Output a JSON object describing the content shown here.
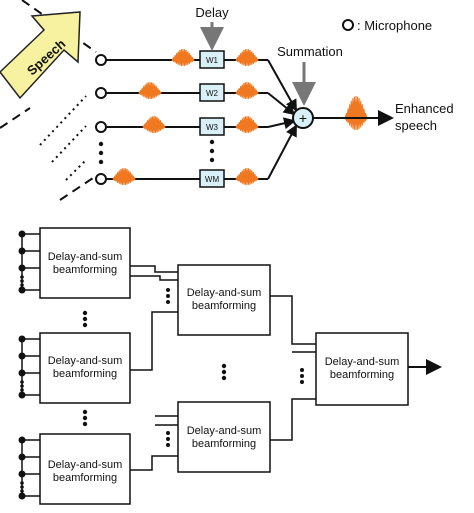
{
  "top": {
    "delay_label": "Delay",
    "summation_label": "Summation",
    "legend_text": ": Microphone",
    "speech_label": "Speech",
    "output_label_line1": "Enhanced",
    "output_label_line2": "speech",
    "weights": [
      "W1",
      "W2",
      "W3",
      "WM"
    ],
    "sum_symbol": "+",
    "wave_color": "#f07820",
    "arrow_fill": "#f7f2a0",
    "sum_node_color": "#d9f0f8"
  },
  "bottom": {
    "block_label_line1": "Delay-and-sum",
    "block_label_line2": "beamforming"
  }
}
